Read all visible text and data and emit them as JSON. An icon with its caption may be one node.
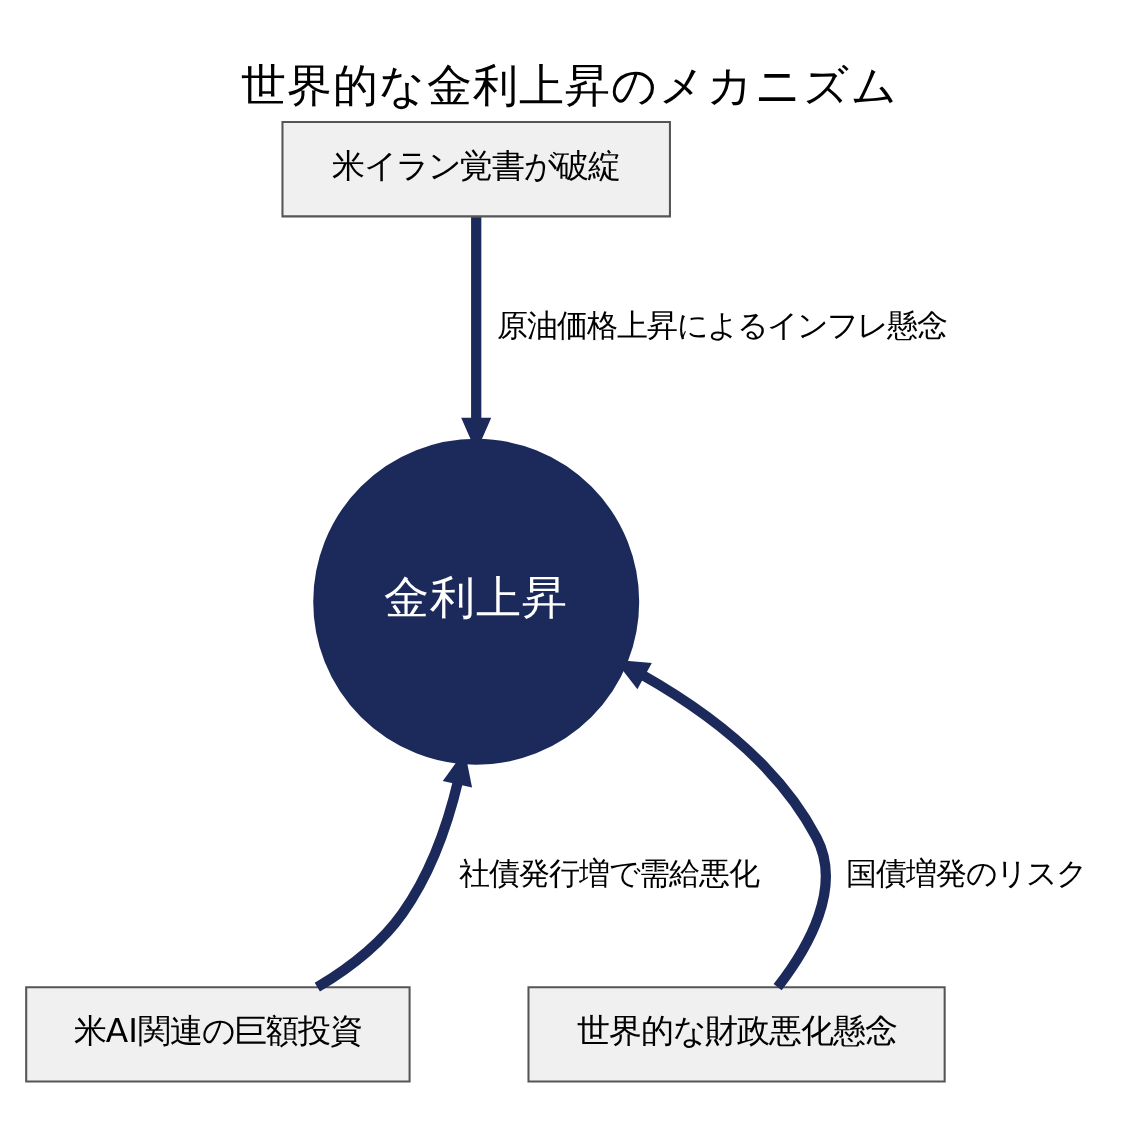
{
  "diagram": {
    "title": "世界的な金利上昇のメカニズム",
    "nodes": [
      {
        "text": [
          "米イラン覚書が破綻"
        ]
      },
      {
        "text": [
          "金利上昇"
        ]
      },
      {
        "text": [
          "米AI関連の巨額投資"
        ]
      },
      {
        "text": [
          "世界的な財政悪化懸念"
        ]
      }
    ],
    "edges": [
      {
        "from": 0,
        "to": 1,
        "arrow": "to",
        "label": "原油価格上昇によるインフレ懸念"
      },
      {
        "from": 2,
        "to": 1,
        "arrow": "to",
        "label": "社債発行増で需給悪化"
      },
      {
        "from": 3,
        "to": 1,
        "arrow": "to",
        "label": "国債増発のリスク"
      }
    ]
  }
}
